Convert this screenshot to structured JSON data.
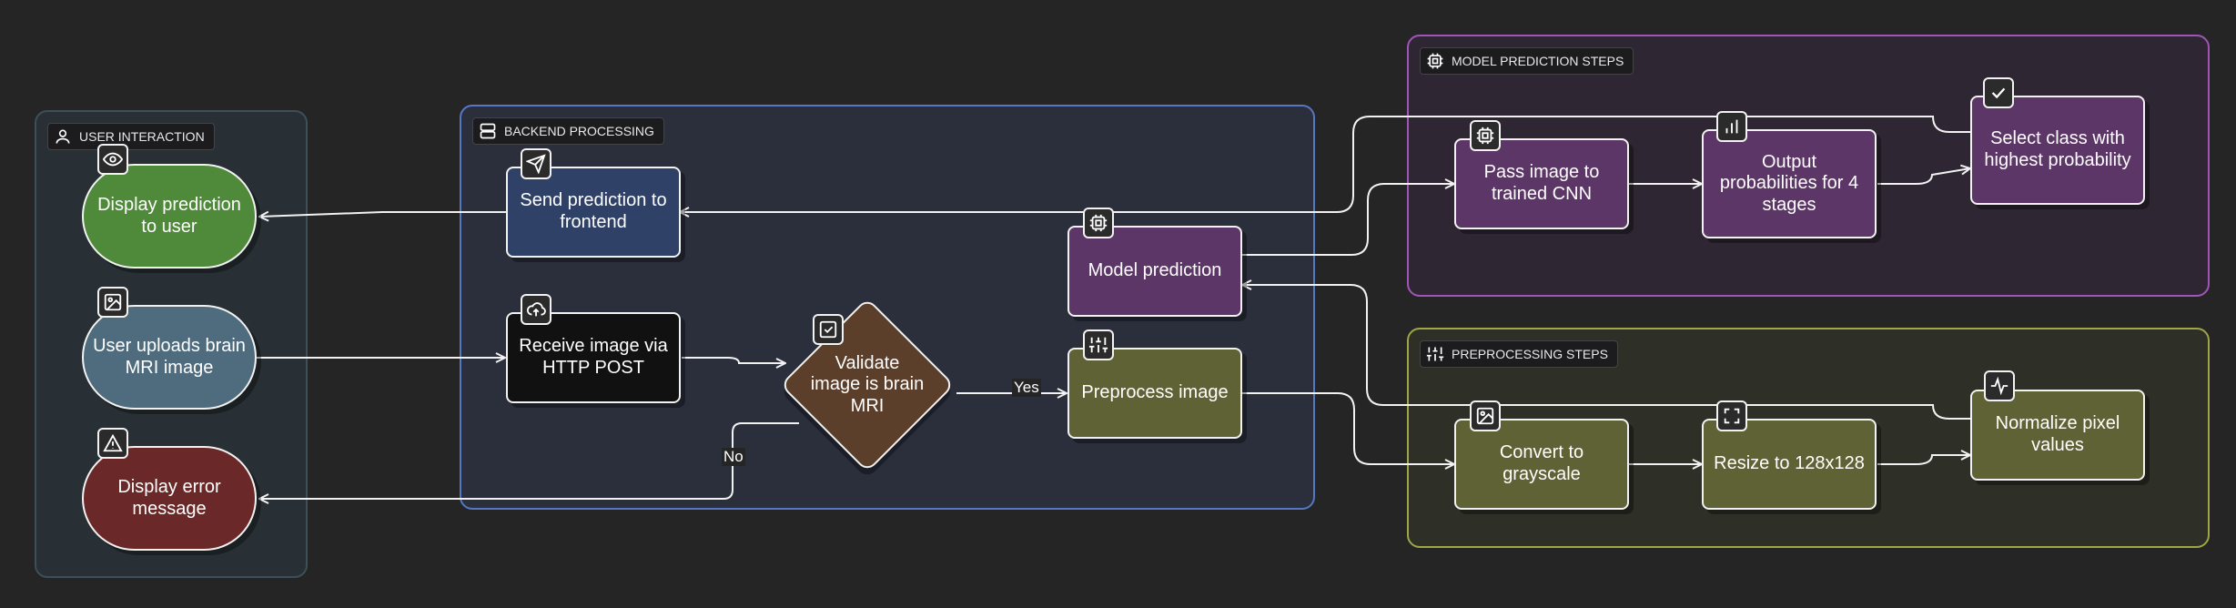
{
  "groups": {
    "user": "USER INTERACTION",
    "backend": "BACKEND PROCESSING",
    "model": "MODEL PREDICTION STEPS",
    "preprocessing": "PREPROCESSING STEPS"
  },
  "nodes": {
    "display_prediction": "Display prediction to user",
    "user_uploads": "User uploads brain MRI image",
    "display_error": "Display error message",
    "send_prediction": "Send prediction to frontend",
    "receive_image": "Receive image via HTTP POST",
    "validate": "Validate image is brain MRI",
    "model_prediction": "Model prediction",
    "preprocess": "Preprocess image",
    "pass_cnn": "Pass image to trained CNN",
    "output_probs": "Output probabilities for 4 stages",
    "select_class": "Select class with highest probability",
    "grayscale": "Convert to grayscale",
    "resize": "Resize to 128x128",
    "normalize": "Normalize pixel values"
  },
  "edge_labels": {
    "yes": "Yes",
    "no": "No"
  },
  "icons": {
    "user_group": "user-icon",
    "backend_group": "server-icon",
    "model_group": "cpu-icon",
    "preproc_group": "sliders-icon",
    "display_prediction": "eye-icon",
    "user_uploads": "image-icon",
    "display_error": "warning-icon",
    "send_prediction": "send-icon",
    "receive_image": "upload-cloud-icon",
    "validate": "check-square-icon",
    "model_prediction": "cpu-icon",
    "preprocess": "sliders-icon",
    "pass_cnn": "cpu-icon",
    "output_probs": "bar-chart-icon",
    "select_class": "check-icon",
    "grayscale": "image-icon",
    "resize": "maximize-icon",
    "normalize": "activity-icon"
  },
  "colors": {
    "green": "#4f8a3a",
    "slate": "#4f6c7e",
    "maroon": "#6b2828",
    "navy": "#2f4166",
    "black": "#111111",
    "brown": "#5c3f2a",
    "purple": "#5c3666",
    "olive": "#5f6234"
  }
}
